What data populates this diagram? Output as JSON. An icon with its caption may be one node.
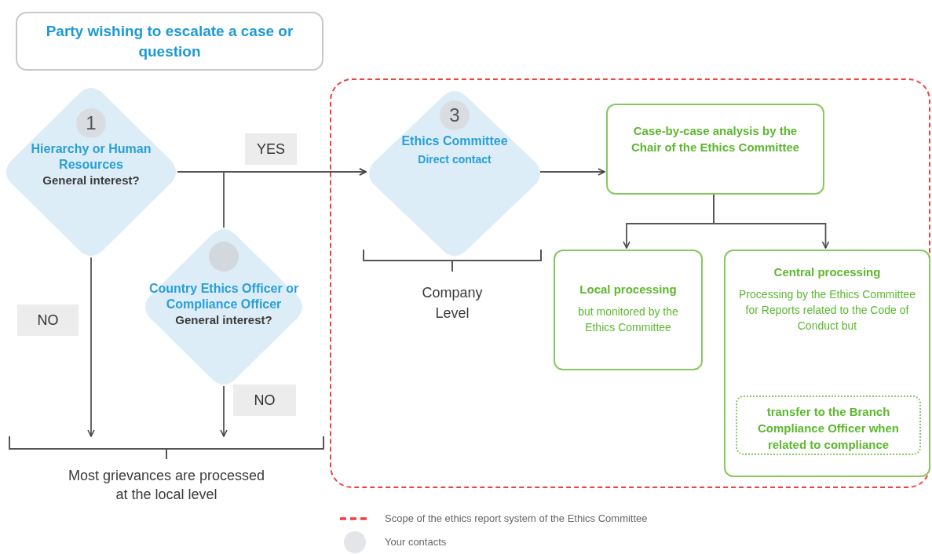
{
  "diagram": {
    "nodes": [
      {
        "text": [
          "Party wishing to escalate a case or question"
        ]
      },
      {
        "text": [
          "1",
          "Hierarchy or Human Resources",
          "General interest?"
        ]
      },
      {
        "text": [
          "Country Ethics Officer or Compliance Officer",
          "General interest?"
        ]
      },
      {
        "text": [],
        "shape": "box"
      },
      {
        "text": [
          "3",
          "Ethics Committee",
          "Direct contact"
        ],
        "in": 3
      },
      {
        "text": [
          "Case-by-case analysis by the Chair of the Ethics Committee"
        ],
        "in": 3
      },
      {
        "text": [
          "Local processing",
          "but monitored by the Ethics Committee"
        ],
        "in": 3
      },
      {
        "text": [
          "Central processing",
          "Processing by the Ethics Committee for Reports related to the Code of Conduct but"
        ],
        "in": 3
      },
      {
        "text": [
          "transfer to the Branch Compliance Officer when related to compliance"
        ],
        "in": 7
      },
      {
        "text": [
          "Most grievances are processed at the local level"
        ]
      }
    ],
    "edges": [
      {
        "from": 1,
        "to": 4,
        "arrow": "to",
        "label": "YES"
      },
      {
        "from": 2,
        "to": 4,
        "arrow": "to"
      },
      {
        "from": 4,
        "to": 5,
        "arrow": "to"
      },
      {
        "from": 5,
        "to": 6,
        "arrow": "to"
      },
      {
        "from": 5,
        "to": 7,
        "arrow": "to"
      },
      {
        "from": 1,
        "to": 9,
        "arrow": "to",
        "label": "NO"
      },
      {
        "from": 2,
        "to": 9,
        "arrow": "to",
        "label": "NO"
      }
    ],
    "labels": [
      "Company Level"
    ],
    "legend": [
      {
        "text": "Scope of the ethics report system of the Ethics Committee"
      },
      {
        "text": "Your contacts",
        "color": "#e3e5e8"
      }
    ]
  }
}
